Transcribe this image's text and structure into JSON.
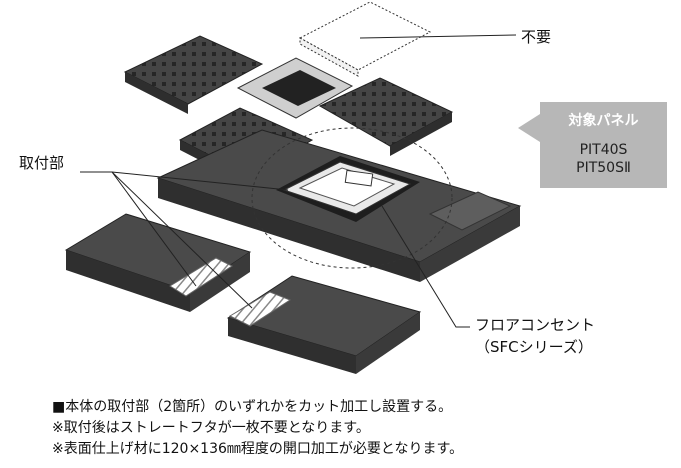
{
  "labels": {
    "unneeded": "不要",
    "mounting_part": "取付部",
    "floor_outlet_line1": "フロアコンセント",
    "floor_outlet_line2": "（SFCシリーズ）"
  },
  "callout": {
    "title": "対象パネル",
    "items": [
      "PIT40S",
      "PIT50SⅡ"
    ]
  },
  "notes": [
    "■本体の取付部（2箇所）のいずれかをカット加工し設置する。",
    "※取付後はストレートフタが一枚不要となります。",
    "※表面仕上げ材に120×136㎜程度の開口加工が必要となります。"
  ],
  "colors": {
    "panel_dark": "#3a3a3a",
    "panel_mid": "#5a5a5a",
    "panel_light": "#8a8a8a",
    "callout_bg": "#b7b7b7",
    "callout_title": "#ffffff"
  }
}
